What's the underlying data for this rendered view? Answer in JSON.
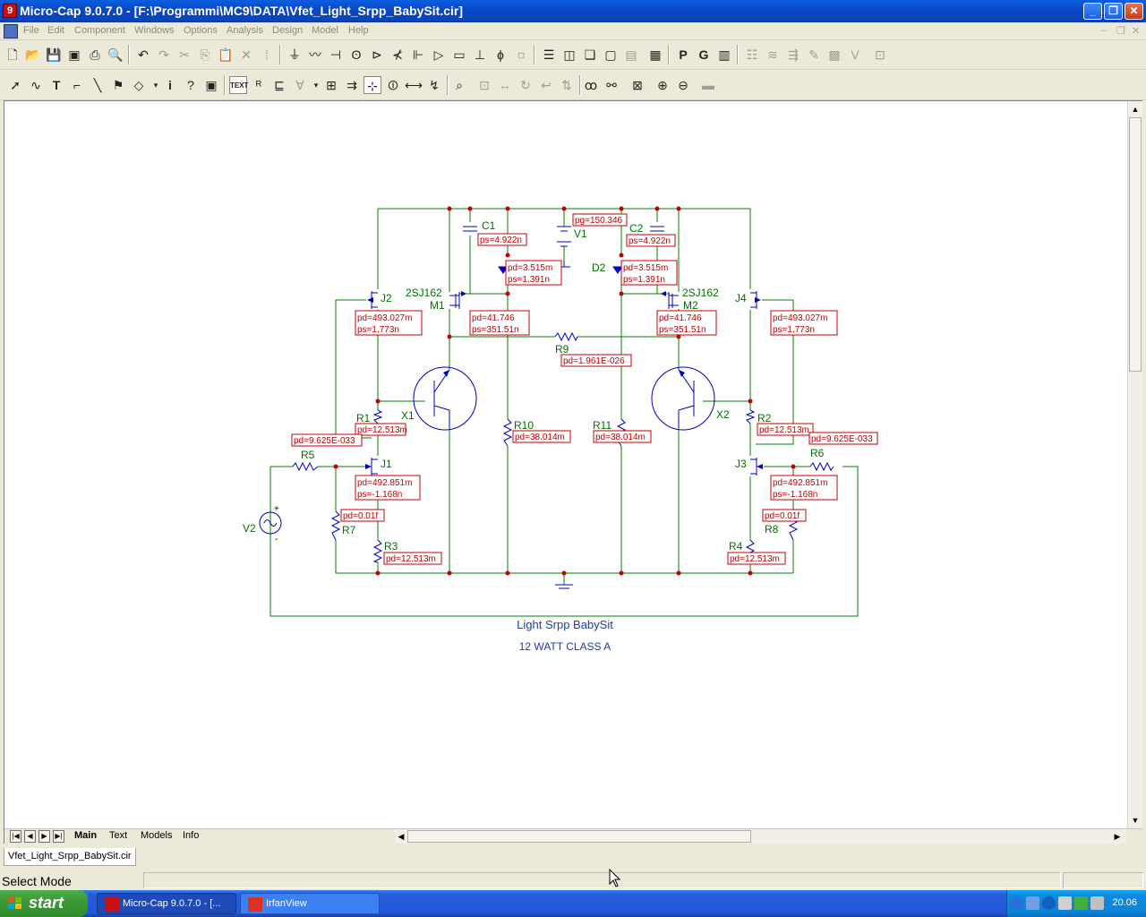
{
  "window": {
    "title": "Micro-Cap 9.0.7.0 - [F:\\Programmi\\MC9\\DATA\\Vfet_Light_Srpp_BabySit.cir]"
  },
  "menu": [
    "File",
    "Edit",
    "Component",
    "Windows",
    "Options",
    "Analysis",
    "Design",
    "Model",
    "Help"
  ],
  "tabs": {
    "main": "Main",
    "text": "Text",
    "models": "Models",
    "info": "Info"
  },
  "file_tab": "Vfet_Light_Srpp_BabySit.cir",
  "status": {
    "mode": "Select Mode"
  },
  "taskbar": {
    "start": "start",
    "items": [
      "Micro-Cap 9.0.7.0 - [...",
      "IrfanView"
    ],
    "clock": "20.06"
  },
  "schematic": {
    "title": "Light Srpp BabySit",
    "subtitle": "12 WATT CLASS A",
    "labels": {
      "C1": "C1",
      "C2": "C2",
      "V1": "V1",
      "D2": "D2",
      "2SJ162_L": "2SJ162",
      "M1": "M1",
      "2SJ162_R": "2SJ162",
      "M2": "M2",
      "J2": "J2",
      "J4": "J4",
      "J1": "J1",
      "J3": "J3",
      "R9": "R9",
      "X1": "X1",
      "X2": "X2",
      "R1": "R1",
      "R2": "R2",
      "R10": "R10",
      "R11": "R11",
      "R5": "R5",
      "R6": "R6",
      "R7": "R7",
      "R8": "R8",
      "R3": "R3",
      "R4": "R4",
      "V2": "V2"
    },
    "readouts": {
      "c1_ps": "ps=4.922n",
      "v1_pg": "pg=150.346",
      "c2_ps": "ps=4.922n",
      "d1_pd": "pd=3.515m",
      "d1_ps": "ps=1.391n",
      "d2_pd": "pd=3.515m",
      "d2_ps": "ps=1.391n",
      "j2_pd": "pd=493.027m",
      "j2_ps": "ps=1.773n",
      "m1_pd": "pd=41.746",
      "m1_ps": "ps=351.51n",
      "m2_pd": "pd=41.746",
      "m2_ps": "ps=351.51n",
      "j4_pd": "pd=493.027m",
      "j4_ps": "ps=1.773n",
      "r9_pd": "pd=1.961E-026",
      "r1_pd": "pd=12.513m",
      "r5_pd": "pd=9.625E-033",
      "r10_pd": "pd=38.014m",
      "r11_pd": "pd=38.014m",
      "r2_pd": "pd=12.513m",
      "r6_pd": "pd=9.625E-033",
      "j1_pd": "pd=492.851m",
      "j1_ps": "ps=-1.168n",
      "j3_pd": "pd=492.851m",
      "j3_ps": "ps=-1.168n",
      "r7_pd": "pd=0.01f",
      "r8_pd": "pd=0.01f",
      "r3_pd": "pd=12.513m",
      "r4_pd": "pd=12.513m"
    }
  }
}
